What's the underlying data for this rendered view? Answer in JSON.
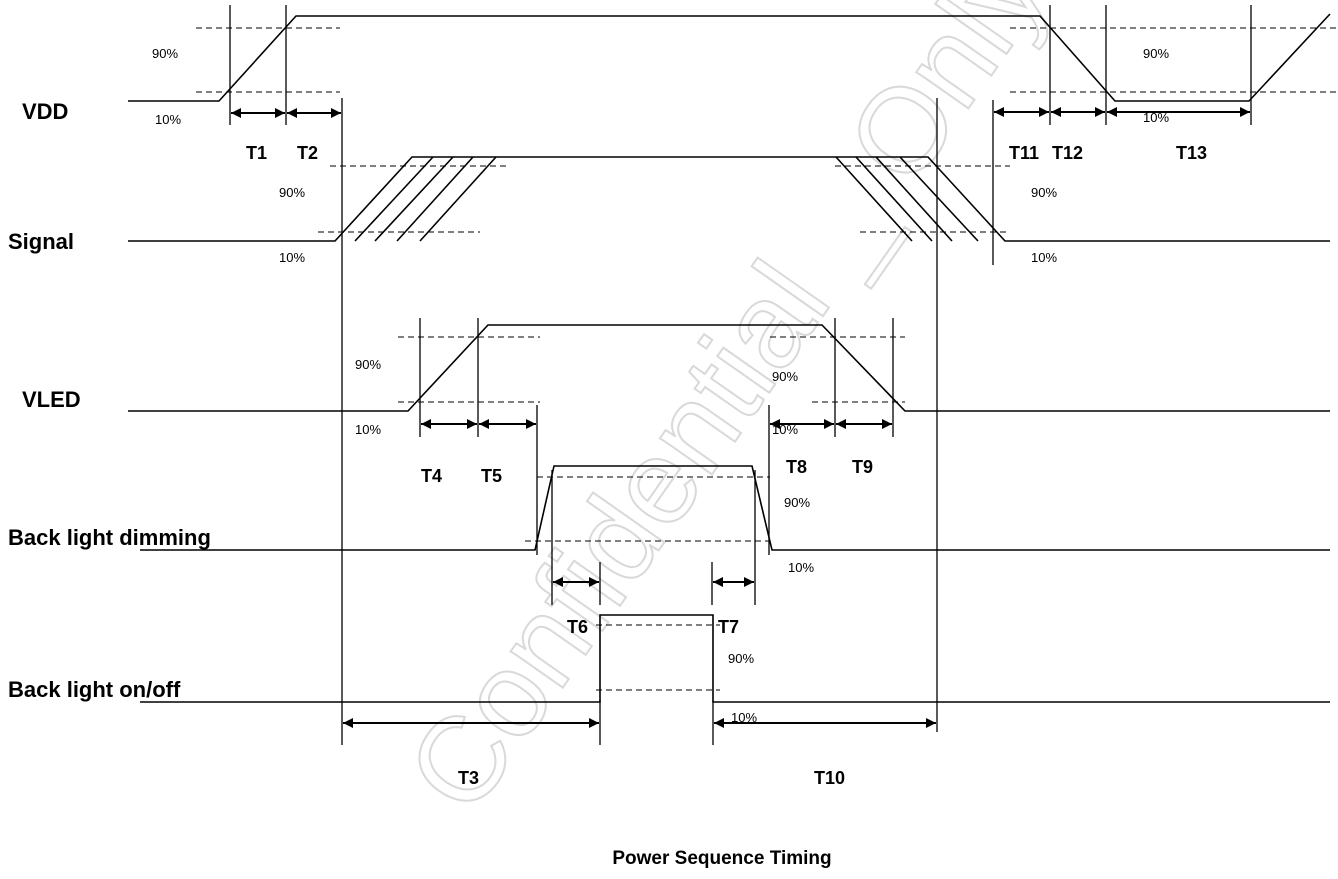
{
  "signals": {
    "vdd": "VDD",
    "signal": "Signal",
    "vled": "VLED",
    "dimming": "Back light dimming",
    "onoff": "Back light on/off"
  },
  "timing": {
    "t1": "T1",
    "t2": "T2",
    "t3": "T3",
    "t4": "T4",
    "t5": "T5",
    "t6": "T6",
    "t7": "T7",
    "t8": "T8",
    "t9": "T9",
    "t10": "T10",
    "t11": "T11",
    "t12": "T12",
    "t13": "T13"
  },
  "levels": {
    "high": "90%",
    "low": "10%"
  },
  "caption": "Power Sequence Timing",
  "watermark": "Confidential _ Only for Internal Use"
}
